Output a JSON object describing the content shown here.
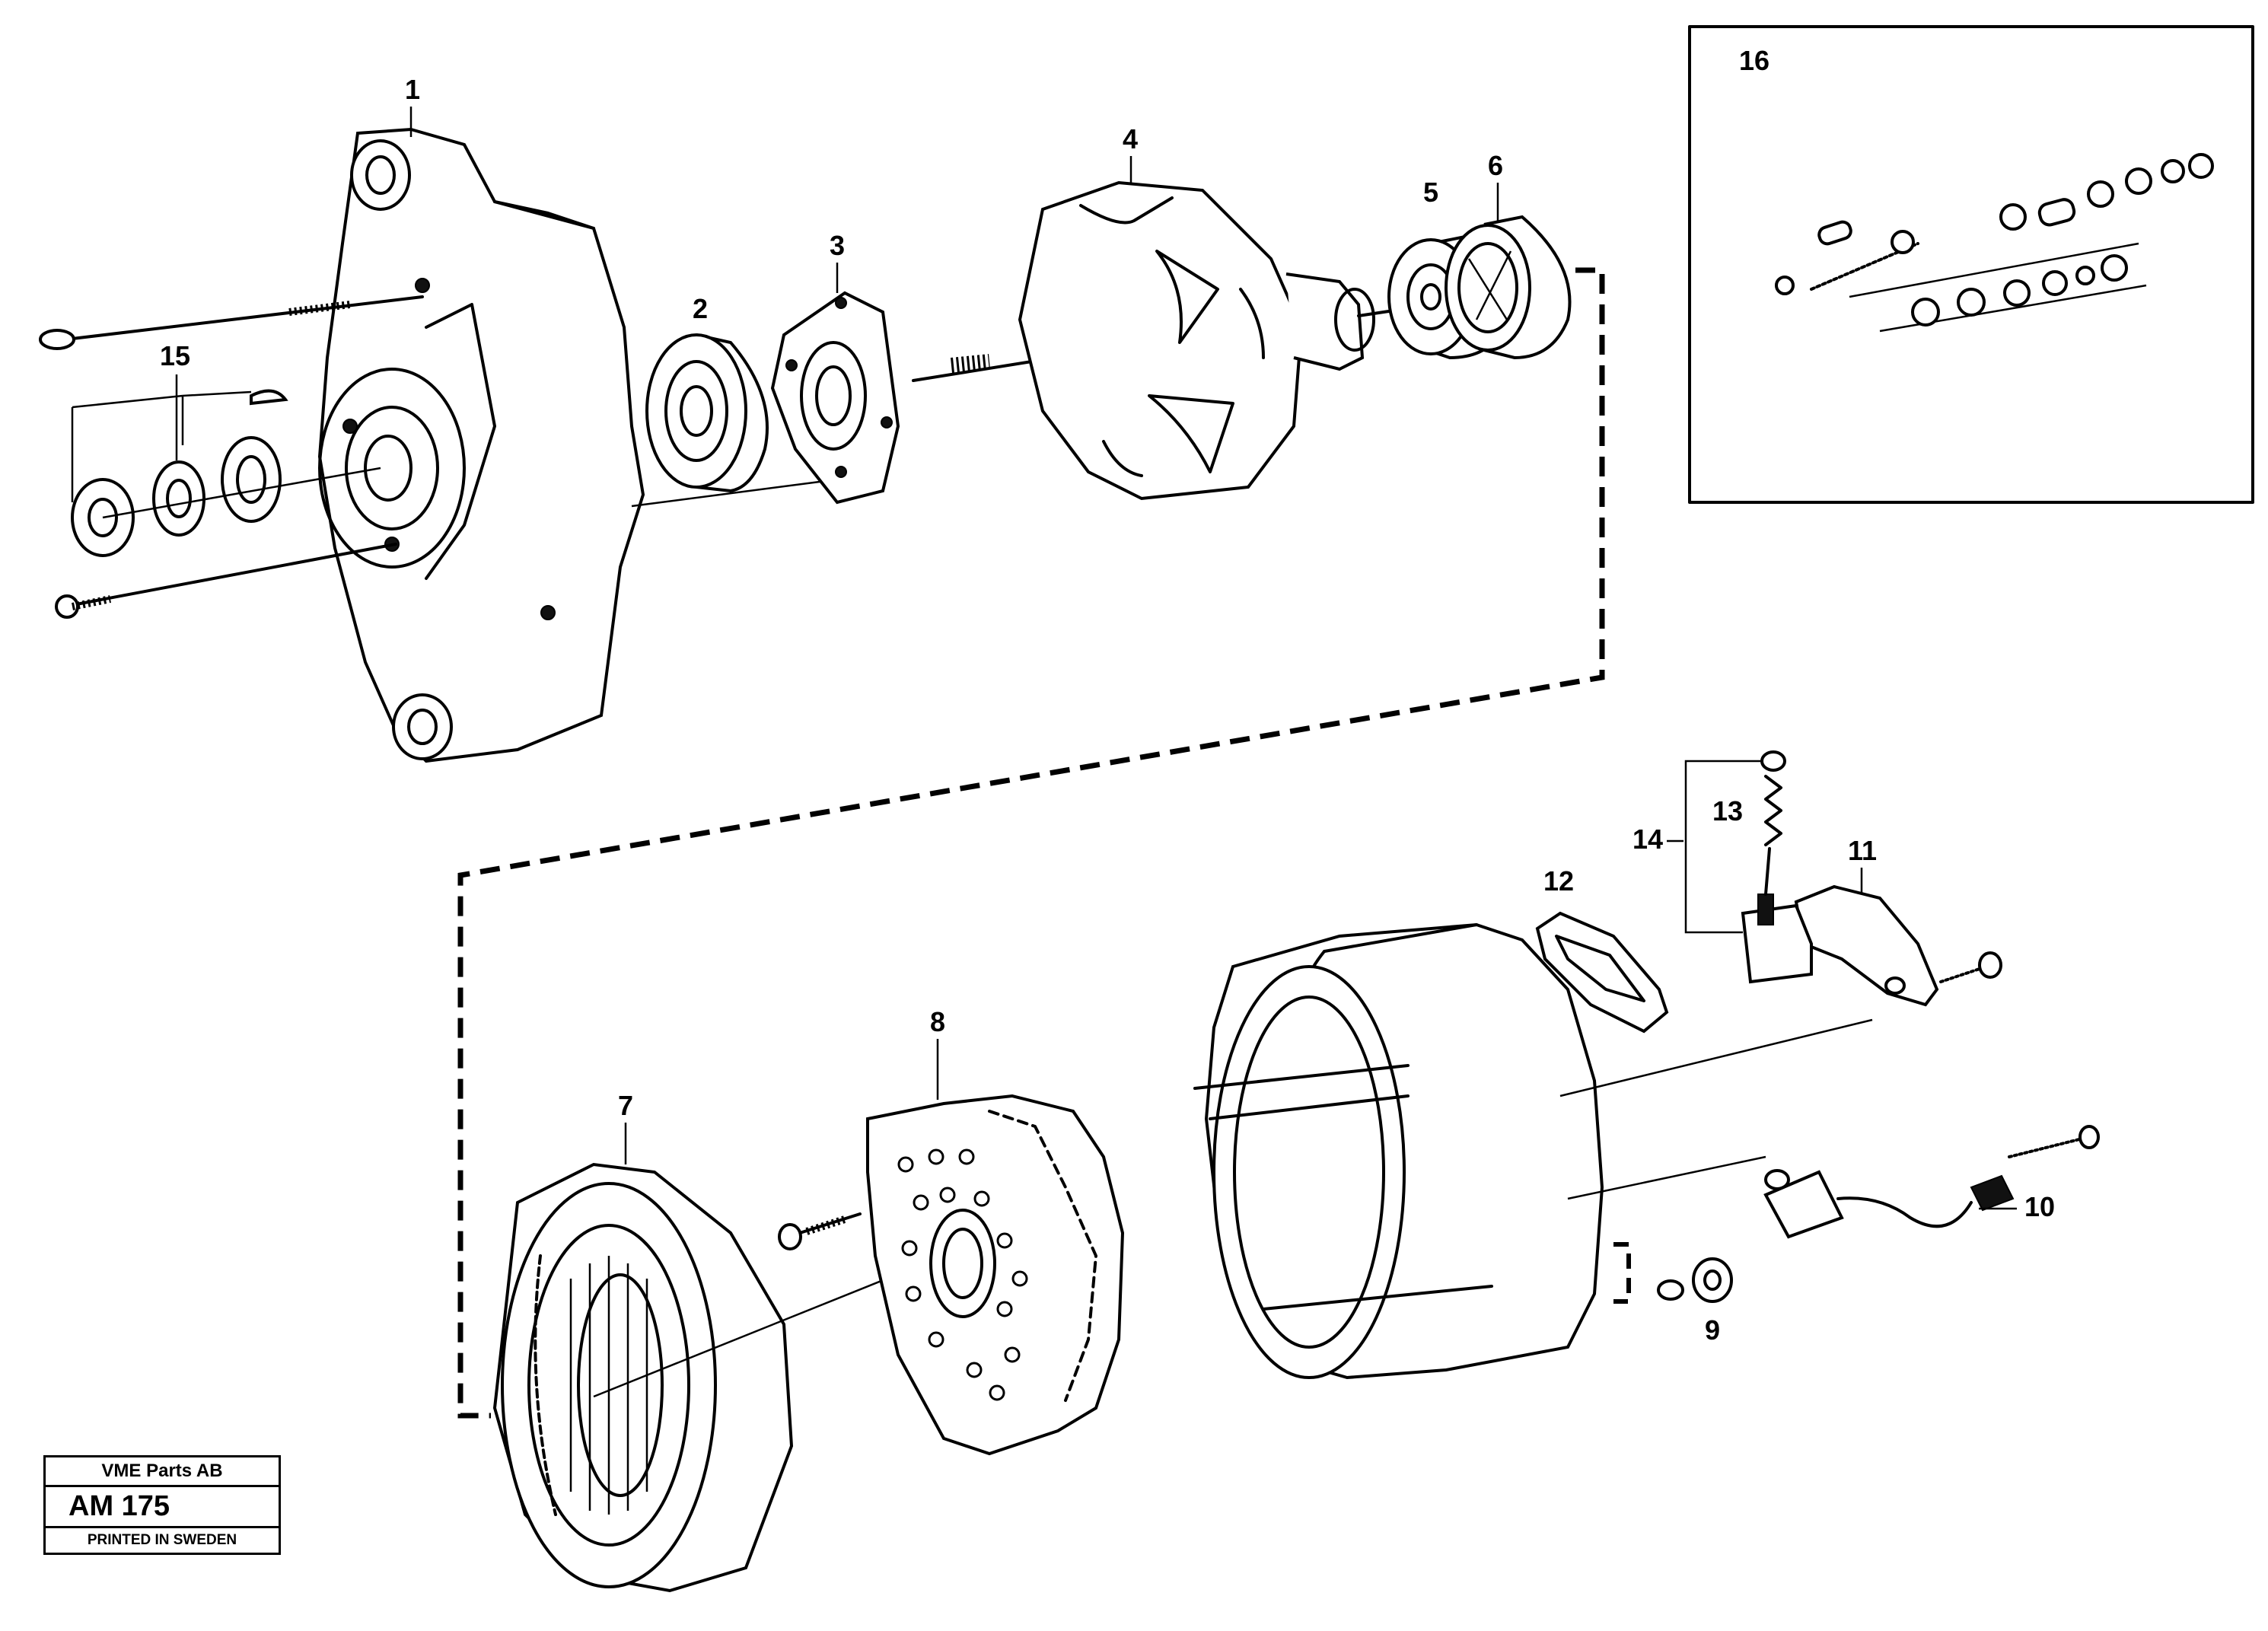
{
  "labels": [
    "1",
    "2",
    "3",
    "4",
    "5",
    "6",
    "7",
    "8",
    "9",
    "10",
    "11",
    "12",
    "13",
    "14",
    "15",
    "16"
  ],
  "stamp": {
    "company": "VME Parts AB",
    "code": "AM 175",
    "printed": "PRINTED IN SWEDEN"
  }
}
